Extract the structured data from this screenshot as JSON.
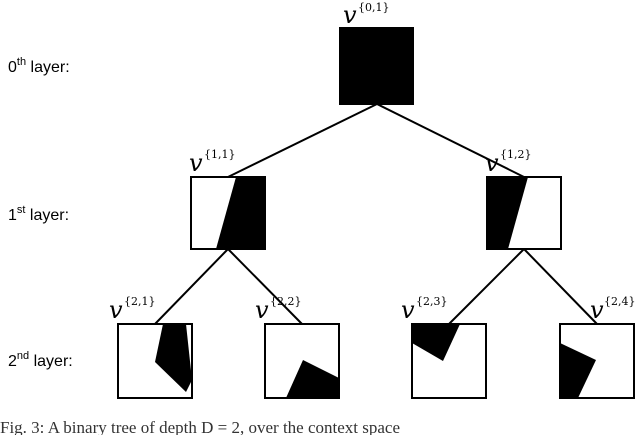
{
  "layers": [
    {
      "base": "0",
      "sup": "th",
      "suffix": " layer:"
    },
    {
      "base": "1",
      "sup": "st",
      "suffix": " layer:"
    },
    {
      "base": "2",
      "sup": "nd",
      "suffix": " layer:"
    }
  ],
  "nodes": [
    {
      "symbol": "v",
      "index": "{0,1}"
    },
    {
      "symbol": "v",
      "index": "{1,1}"
    },
    {
      "symbol": "v",
      "index": "{1,2}"
    },
    {
      "symbol": "v",
      "index": "{2,1}"
    },
    {
      "symbol": "v",
      "index": "{2,2}"
    },
    {
      "symbol": "v",
      "index": "{2,3}"
    },
    {
      "symbol": "v",
      "index": "{2,4}"
    }
  ],
  "caption": "Fig. 3: A binary tree of depth D = 2, over the context space"
}
